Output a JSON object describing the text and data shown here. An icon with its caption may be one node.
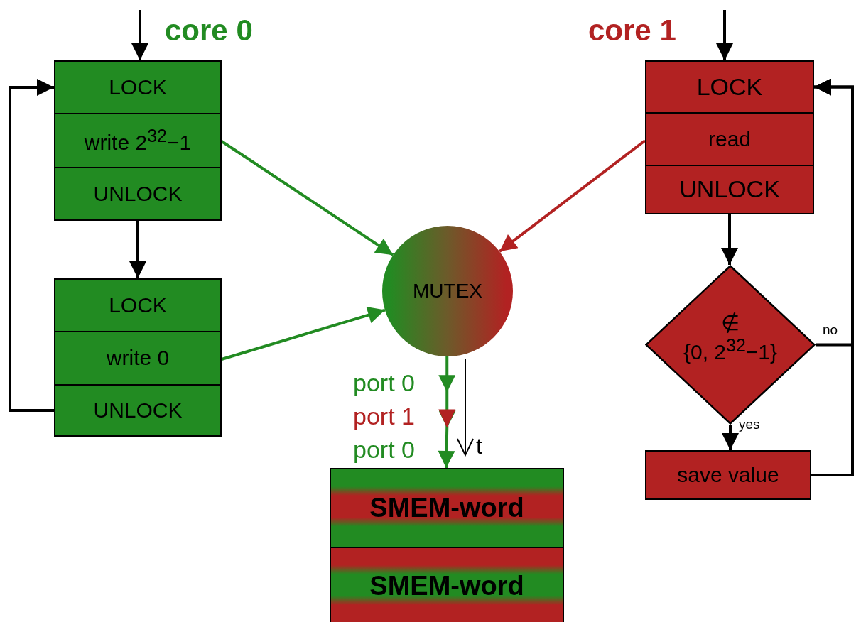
{
  "diagram": {
    "nodes": [
      {
        "text": [
          "LOCK"
        ]
      },
      {
        "text": [
          "write 2$^{32}$−1"
        ]
      },
      {
        "text": [
          "UNLOCK"
        ]
      },
      {
        "text": [
          "LOCK"
        ]
      },
      {
        "text": [
          "write 0"
        ]
      },
      {
        "text": [
          "UNLOCK"
        ]
      },
      {
        "text": [
          "LOCK"
        ]
      },
      {
        "text": [
          "read"
        ]
      },
      {
        "text": [
          "UNLOCK"
        ]
      },
      {
        "text": [
          "∉",
          "{0, 2$^{32}$−1}"
        ]
      },
      {
        "text": [
          "save value"
        ]
      },
      {
        "text": [
          "MUTEX"
        ]
      },
      {
        "text": [
          "SMEM-word"
        ]
      },
      {
        "text": [
          "SMEM-word"
        ]
      }
    ],
    "edges": [
      {
        "from": null,
        "to": 0,
        "arrow": "to"
      },
      {
        "from": null,
        "to": 6,
        "arrow": "to"
      },
      {
        "from": 2,
        "to": 3,
        "arrow": "to"
      },
      {
        "from": 5,
        "to": 0,
        "arrow": "to"
      },
      {
        "from": 1,
        "to": 11,
        "arrow": "to",
        "color": "#228b22"
      },
      {
        "from": 4,
        "to": 11,
        "arrow": "to",
        "color": "#228b22"
      },
      {
        "from": 7,
        "to": 11,
        "arrow": "to",
        "color": "#b22222"
      },
      {
        "from": 8,
        "to": 9,
        "arrow": "to"
      },
      {
        "from": 9,
        "to": 10,
        "arrow": "to",
        "label": "yes"
      },
      {
        "from": 9,
        "to": 6,
        "arrow": "to",
        "label": "no"
      },
      {
        "from": 10,
        "to": 6,
        "arrow": "to"
      },
      {
        "from": 11,
        "to": 12,
        "arrow": "to",
        "color": "#228b22"
      }
    ],
    "labels": [
      "core 0",
      "core 1",
      "port 0",
      "port 1",
      "port 0",
      "t"
    ]
  }
}
